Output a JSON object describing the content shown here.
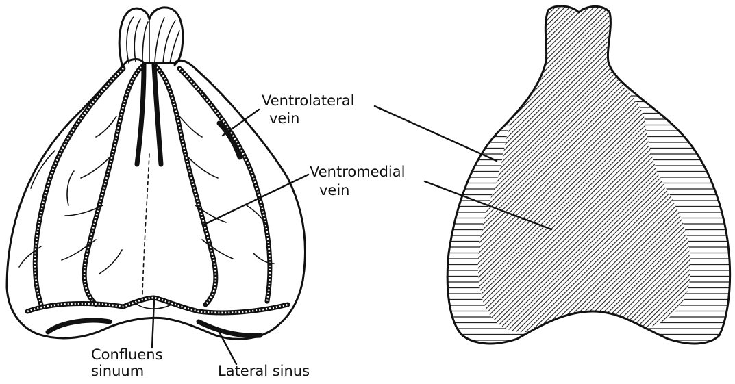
{
  "labels": {
    "ventrolateral_line1": "Ventrolateral",
    "ventrolateral_line2": "vein",
    "ventromedial_line1": "Ventromedial",
    "ventromedial_line2": "vein",
    "confluens_line1": "Confluens",
    "confluens_line2": "sinuum",
    "lateral_sinus": "Lateral sinus"
  },
  "colors": {
    "ink": "#111111",
    "background": "#ffffff"
  }
}
